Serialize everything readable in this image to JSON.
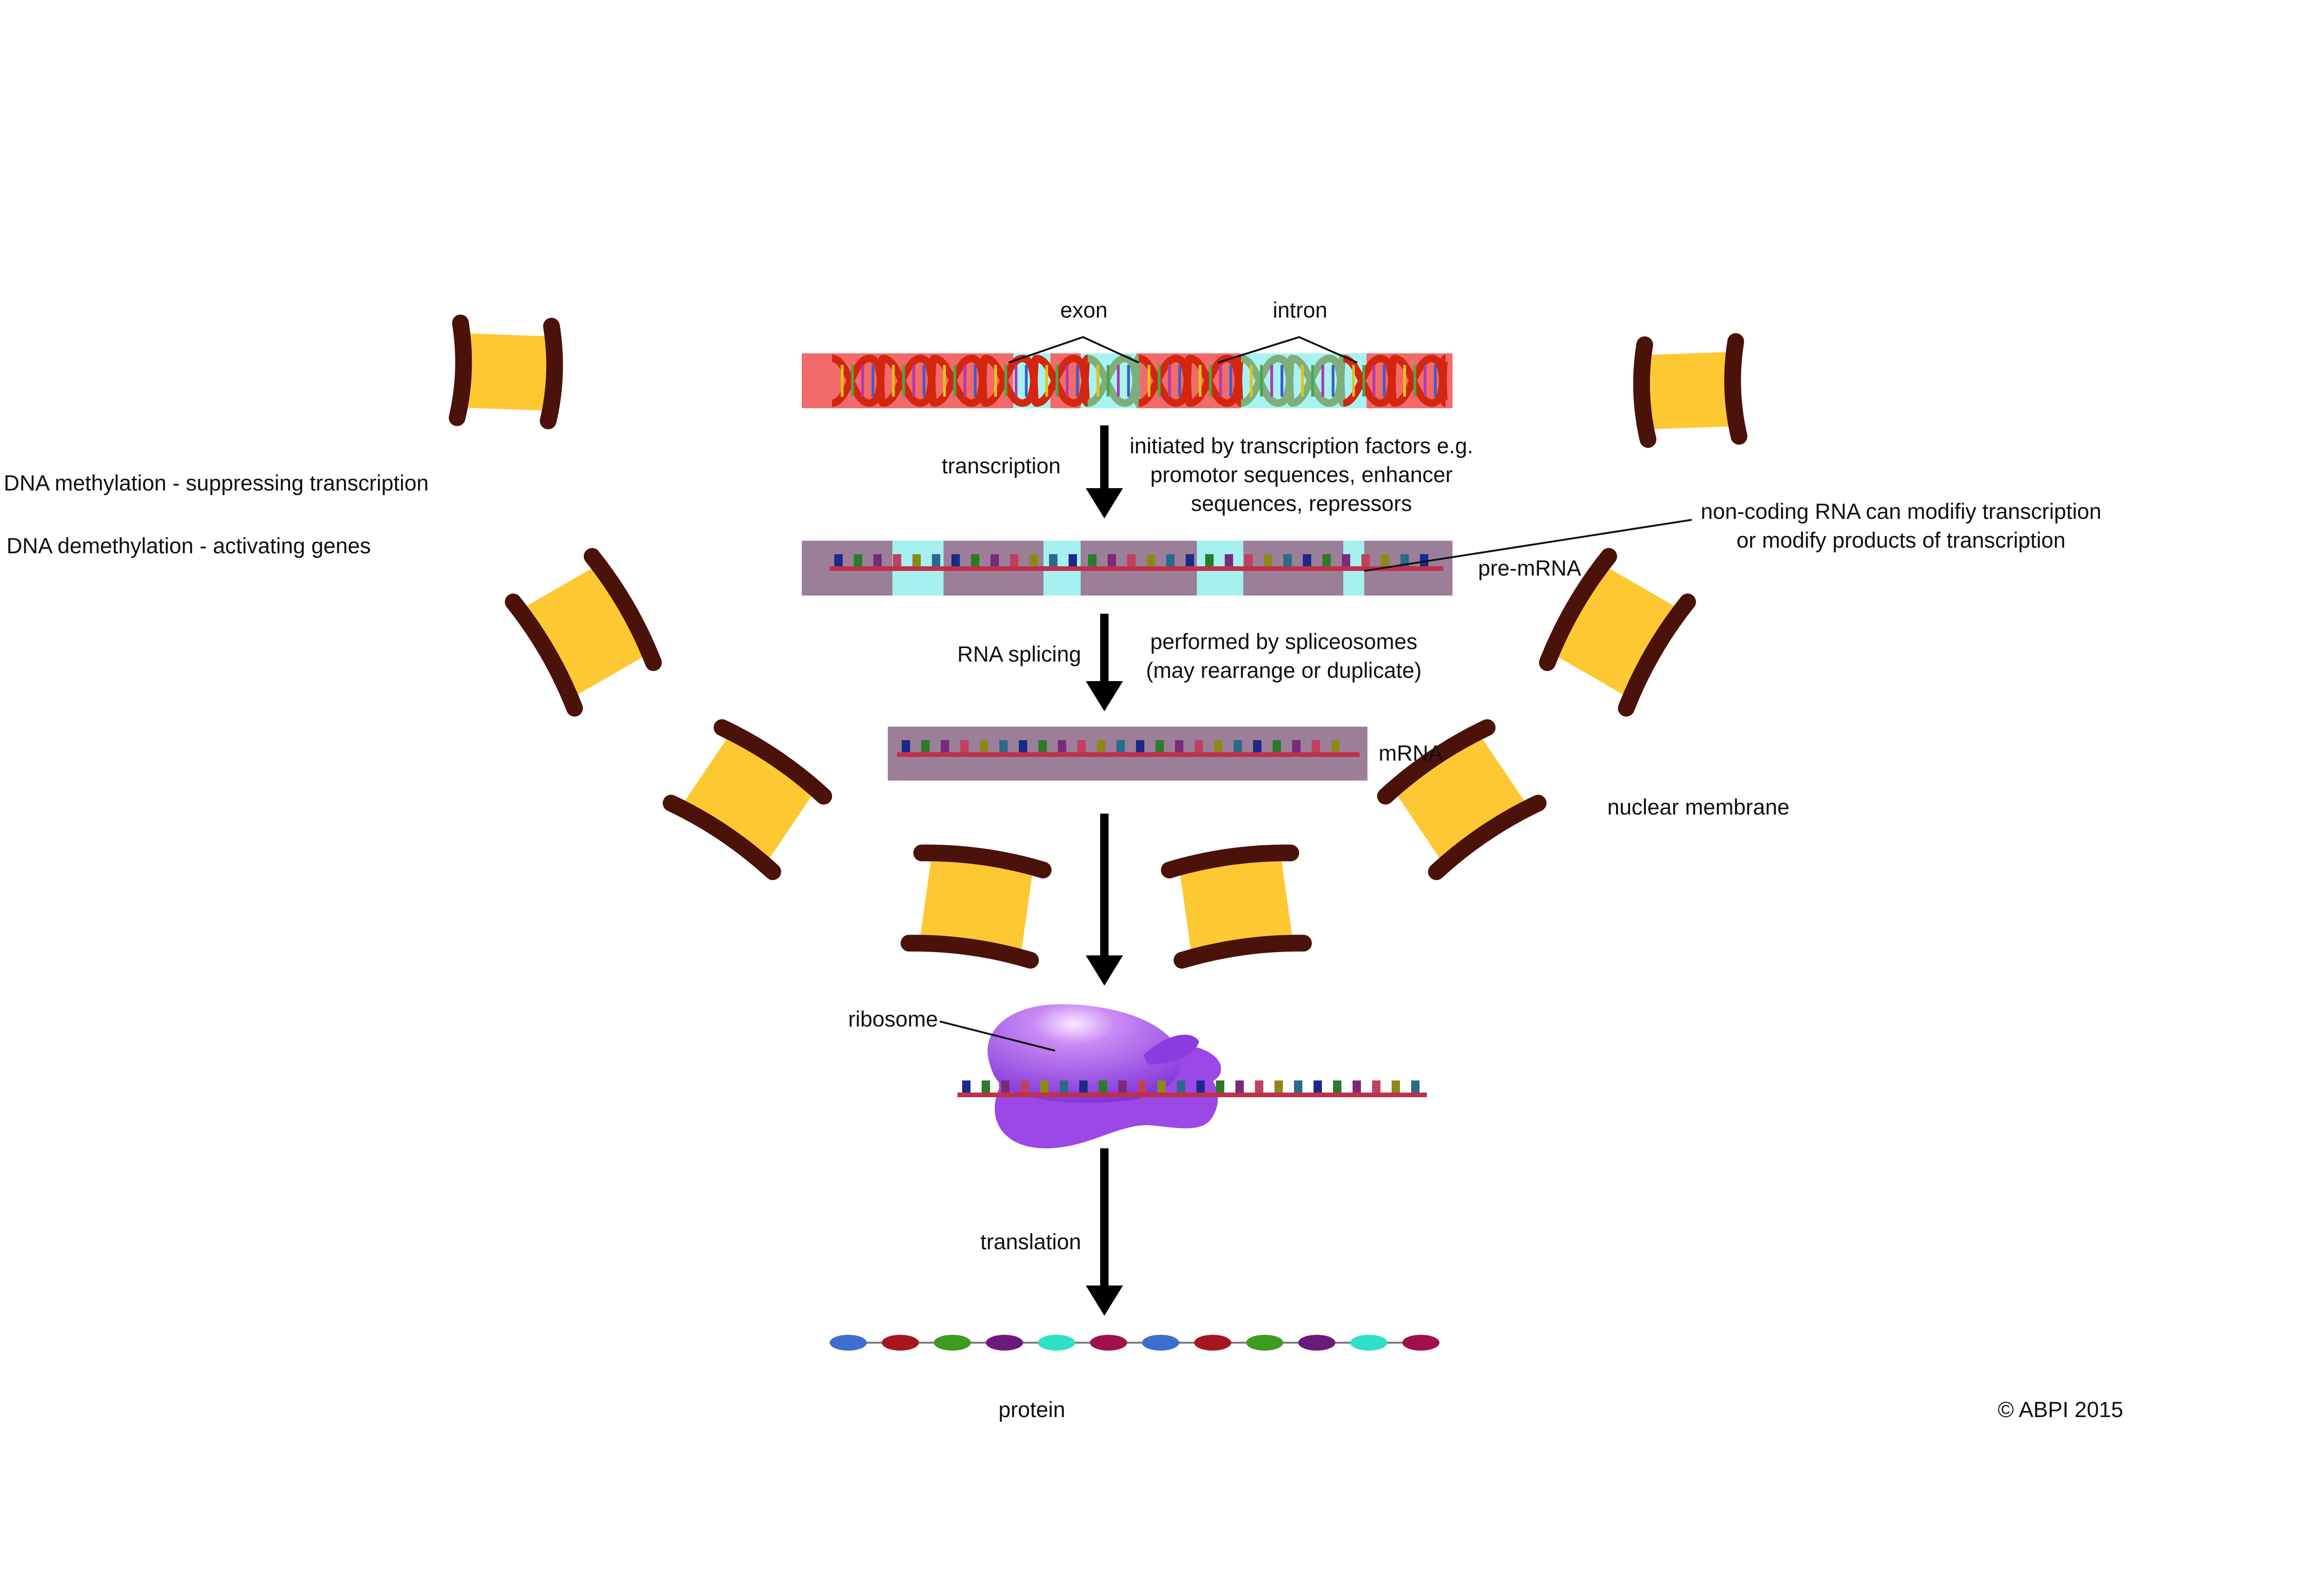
{
  "labels": {
    "exon": "exon",
    "intron": "intron",
    "transcription": "transcription",
    "transcription_note_1": "initiated by transcription factors e.g.",
    "transcription_note_2": "promotor sequences, enhancer",
    "transcription_note_3": "sequences, repressors",
    "pre_mrna": "pre-mRNA",
    "noncoding_1": "non-coding RNA can modifiy transcription",
    "noncoding_2": "or modify products of transcription",
    "dna_methylation": "DNA methylation - suppressing transcription",
    "dna_demethylation": "DNA demethylation - activating genes",
    "rna_splicing": "RNA splicing",
    "splicing_note_1": "performed by spliceosomes",
    "splicing_note_2": "(may rearrange or duplicate)",
    "mrna": "mRNA",
    "nuclear_membrane": "nuclear membrane",
    "ribosome": "ribosome",
    "translation": "translation",
    "protein": "protein",
    "copyright": "© ABPI 2015"
  },
  "colors": {
    "dna_exon_band": "#f36a6a",
    "dna_intron_band": "#a8f2f2",
    "pre_mrna_exon_band": "#9b7f99",
    "pre_mrna_intron_band": "#a6f0f0",
    "membrane_fill": "#fec833",
    "membrane_edge": "#4a1208",
    "ribosome": "#9b48e6",
    "arrow": "#000000"
  },
  "icons": [
    "dna-double-helix",
    "rna-strand",
    "nuclear-pore-segment",
    "ribosome",
    "down-arrow",
    "amino-acid-bead"
  ],
  "protein_bead_colors": [
    "#3b6ecf",
    "#a61620",
    "#3f9a20",
    "#6a1a7a",
    "#2ee0c8",
    "#a0104a",
    "#3b6ecf",
    "#a61620",
    "#3f9a20",
    "#6a1a7a",
    "#2ee0c8",
    "#a0104a"
  ]
}
